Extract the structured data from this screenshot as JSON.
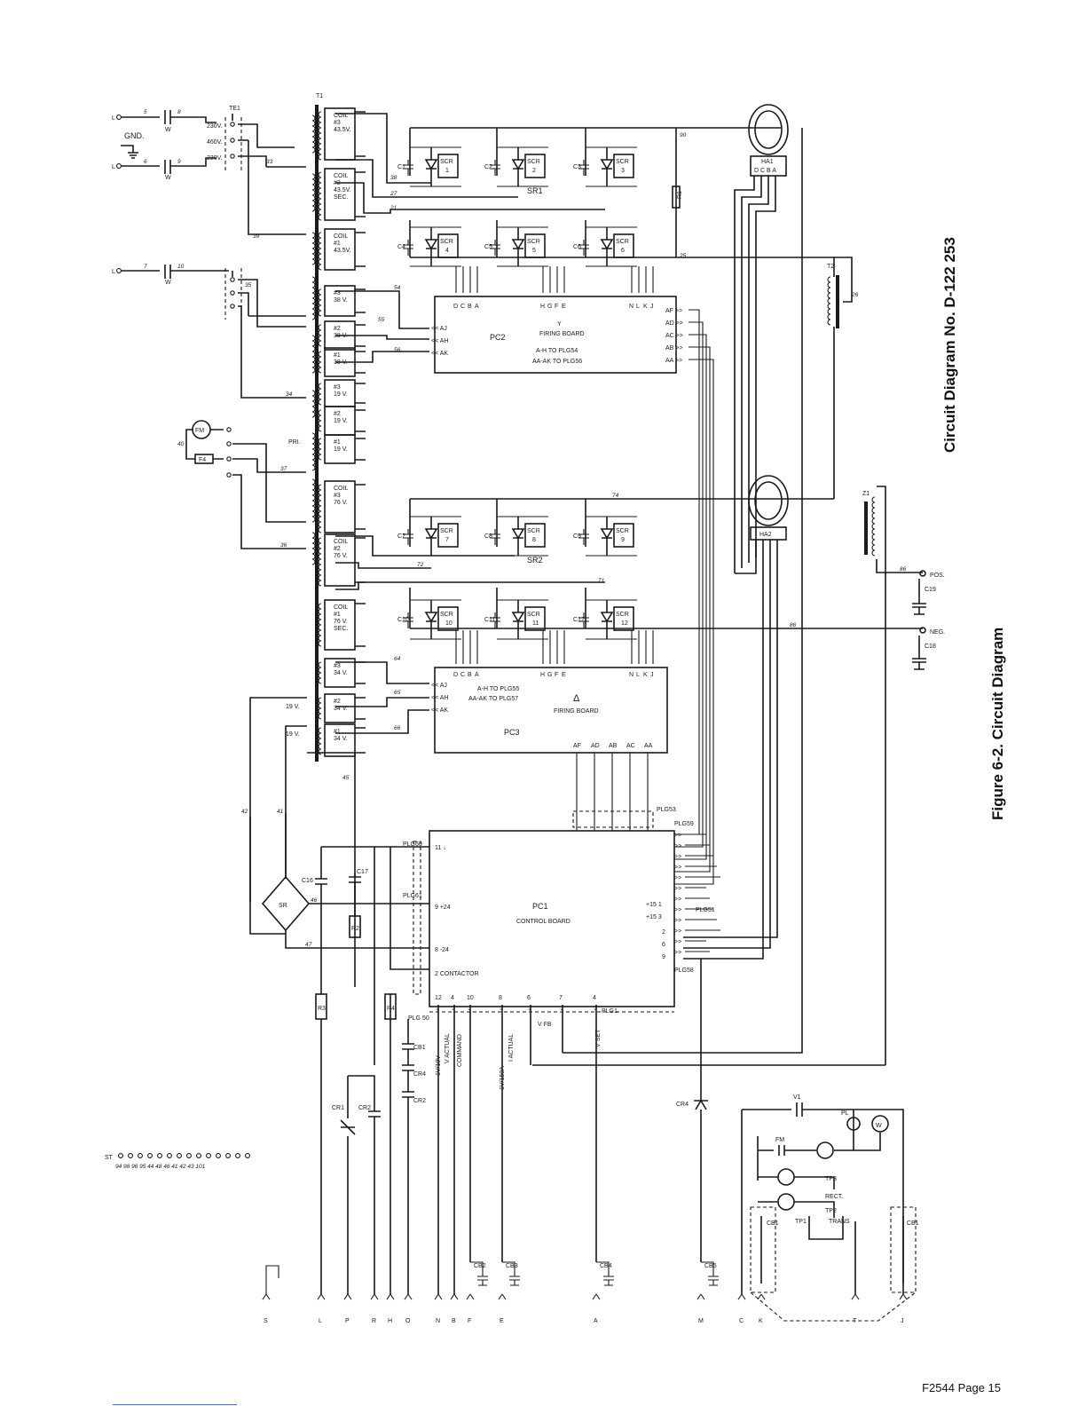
{
  "titles": {
    "circuit_diagram_no": "Circuit Diagram No.  D-122 253",
    "figure": "Figure 6-2.  Circuit Diagram"
  },
  "footer": {
    "page": "F2544 Page 15"
  },
  "components": {
    "T1": "T1",
    "TE1": "TE1",
    "T2": "T2",
    "Z1": "Z1",
    "HA1": "HA1",
    "HA2": "HA2",
    "SR1": "SR1",
    "SR2": "SR2",
    "R1": "R1",
    "R2": "R2",
    "R3": "R3",
    "R4": "R4",
    "FM": "FM",
    "F4": "F4",
    "SR3": "SR",
    "C16": "C16",
    "C17": "C17",
    "C18": "C18",
    "C19": "C19",
    "CR1": "CR1",
    "CR2": "CR2",
    "CR4": "CR4",
    "CB1": "CB1",
    "CB2": "CB2",
    "CB3": "CB3",
    "CB4": "CB4",
    "CB5": "CB5",
    "W": "W",
    "PL": "PL",
    "VI": "V1",
    "FM2": "FM"
  },
  "taps": {
    "v230a": "230V.",
    "v460": "460V.",
    "v230b": "230V.",
    "gnd": "GND."
  },
  "coils": {
    "c3": [
      "COIL",
      "#3",
      "43.5V."
    ],
    "c2": [
      "COIL",
      "#2",
      "43.5V.",
      "SEC."
    ],
    "c1": [
      "COIL",
      "#1",
      "43.5V."
    ],
    "w38_3": [
      "#3",
      "38 V."
    ],
    "w38_2": [
      "#2",
      "38 V."
    ],
    "w38_1": [
      "#1",
      "38 V."
    ],
    "w19_3": [
      "#3",
      "19 V."
    ],
    "w19_2": [
      "#2",
      "19 V."
    ],
    "w19_1": [
      "#1",
      "19 V."
    ],
    "pri": "PRI.",
    "c76_3": [
      "COIL",
      "#3",
      "76 V."
    ],
    "c76_2": [
      "COIL",
      "#2",
      "76 V."
    ],
    "c76_1": [
      "COIL",
      "#1",
      "76 V.",
      "SEC."
    ],
    "w34_3": [
      "#3",
      "34 V."
    ],
    "w34_2": [
      "#2",
      "34 V."
    ],
    "w34_1": [
      "#1",
      "34 V."
    ],
    "v19a": "19 V.",
    "v19b": "19 V."
  },
  "scr_labels": {
    "top_row": [
      "C1",
      "C2",
      "C3"
    ],
    "mid_row": [
      "C4",
      "C5",
      "C6"
    ],
    "sr2_top": [
      "C7",
      "C8",
      "C9"
    ],
    "sr2_bottom": [
      "C10",
      "C11",
      "C12"
    ],
    "scr": "SCR",
    "scr_numbers": [
      "1",
      "2",
      "3",
      "4",
      "5",
      "6",
      "7",
      "8",
      "9",
      "10",
      "11",
      "12"
    ]
  },
  "pc2": {
    "name": "PC2",
    "title": "Y",
    "line1": "FIRING BOARD",
    "line2": "A-H TO PLG54",
    "line3": "AA-AK TO PLG56",
    "left_pins": [
      "AJ",
      "AH",
      "AK"
    ],
    "right_pins": [
      "AF",
      "AD",
      "AC",
      "AB",
      "AA"
    ],
    "top_pins": [
      "D",
      "C",
      "B",
      "A",
      "H",
      "G",
      "F",
      "E",
      "N",
      "L",
      "K",
      "J"
    ]
  },
  "pc3": {
    "name": "PC3",
    "title": "Δ",
    "line1": "A-H TO PLG55",
    "line2": "AA-AK TO PLG57",
    "line3": "FIRING BOARD",
    "left_pins": [
      "AJ",
      "AH",
      "AK"
    ],
    "bottom_pins": [
      "AF",
      "AD",
      "AB",
      "AC",
      "AA"
    ]
  },
  "pc1": {
    "name": "PC1",
    "title": "CONTROL BOARD",
    "plugs": [
      "PLG60",
      "PLG61",
      "PLG53",
      "PLG59",
      "PLG51",
      "PLG58",
      "PLG 50",
      "PLG1"
    ],
    "left_rows": [
      "11 ↓",
      "9 +24",
      "8 -24",
      "2 CONTACTOR"
    ],
    "right_rows": [
      "+15 1",
      "+15 3",
      "2",
      "6",
      "9"
    ],
    "bottom_pins": [
      "12",
      "4",
      "10",
      "8",
      "6",
      "7",
      "4"
    ],
    "bottom_labels": [
      "V ACTUAL",
      "COMMAND",
      "I ACTUAL",
      "V FB",
      "V SET"
    ],
    "range_a": "1V/10V",
    "range_b": "1V/150A"
  },
  "terminals": {
    "pos": "POS.",
    "neg": "NEG.",
    "bottom": [
      "S",
      "L",
      "P",
      "R",
      "H",
      "O",
      "N",
      "B",
      "F",
      "E",
      "A",
      "M",
      "C",
      "K",
      "T",
      "J"
    ]
  },
  "terminal_strip": {
    "label": "ST",
    "wires": "94  98  96  95  44  48  46  41  42  43  101"
  },
  "aux": {
    "rect": "RECT.",
    "trans": "TRANS",
    "tp1": "TP1",
    "tp2": "TP2",
    "tp3": "TP3"
  }
}
